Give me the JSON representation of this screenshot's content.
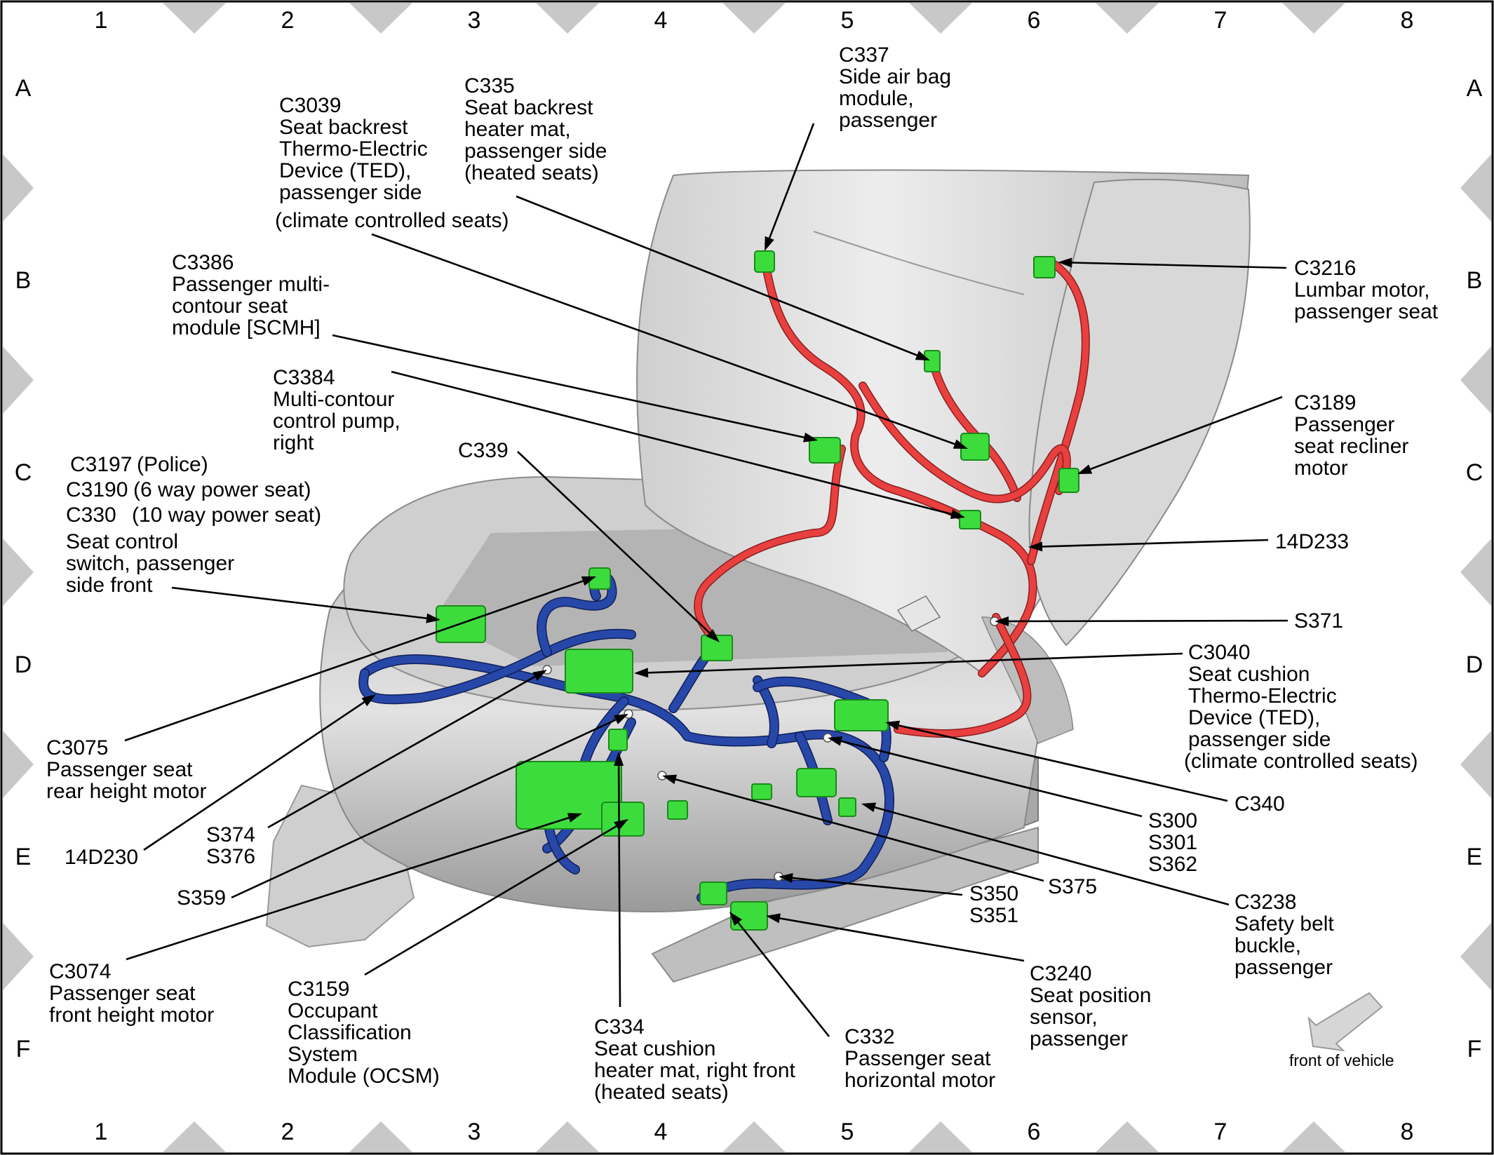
{
  "grid": {
    "columns": [
      "1",
      "2",
      "3",
      "4",
      "5",
      "6",
      "7",
      "8"
    ],
    "rows": [
      "A",
      "B",
      "C",
      "D",
      "E",
      "F"
    ]
  },
  "labels": {
    "c337": [
      "C337",
      "Side air bag",
      "module,",
      "passenger"
    ],
    "c335": [
      "C335",
      "Seat backrest",
      "heater mat,",
      "passenger side",
      "(heated seats)"
    ],
    "c3039": [
      "C3039",
      "Seat backrest",
      "Thermo-Electric",
      "Device (TED),",
      "passenger side",
      "(climate controlled seats)"
    ],
    "c3386": [
      "C3386",
      "Passenger multi-",
      "contour seat",
      "module [SCMH]"
    ],
    "c3384": [
      "C3384",
      "Multi-contour",
      "control pump,",
      "right"
    ],
    "c339": [
      "C339"
    ],
    "c3197": [
      "C3197",
      "(Police)"
    ],
    "c3190": [
      "C3190",
      "(6 way power seat)"
    ],
    "c330": [
      "C330",
      "(10 way power seat)"
    ],
    "seat_switch": [
      "Seat control",
      "switch, passenger",
      "side front"
    ],
    "c3216": [
      "C3216",
      "Lumbar motor,",
      "passenger seat"
    ],
    "c3189": [
      "C3189",
      "Passenger",
      "seat recliner",
      "motor"
    ],
    "14d233": [
      "14D233"
    ],
    "s371": [
      "S371"
    ],
    "c3040": [
      "C3040",
      "Seat cushion",
      "Thermo-Electric",
      "Device (TED),",
      "passenger side",
      "(climate controlled seats)"
    ],
    "c340": [
      "C340"
    ],
    "s300": [
      "S300",
      "S301",
      "S362"
    ],
    "c3238": [
      "C3238",
      "Safety belt",
      "buckle,",
      "passenger"
    ],
    "s375": [
      "S375"
    ],
    "s350": [
      "S350",
      "S351"
    ],
    "c3240": [
      "C3240",
      "Seat position",
      "sensor,",
      "passenger"
    ],
    "c332": [
      "C332",
      "Passenger seat",
      "horizontal motor"
    ],
    "c334": [
      "C334",
      "Seat cushion",
      "heater mat, right front",
      "(heated seats)"
    ],
    "c3159": [
      "C3159",
      "Occupant",
      "Classification",
      "System",
      "Module (OCSM)"
    ],
    "c3074": [
      "C3074",
      "Passenger seat",
      "front height motor"
    ],
    "s359": [
      "S359"
    ],
    "14d230": [
      "14D230"
    ],
    "s374": [
      "S374",
      "S376"
    ],
    "c3075": [
      "C3075",
      "Passenger seat",
      "rear height motor"
    ]
  },
  "front_of_vehicle": "front of vehicle",
  "colors": {
    "harness_upper": "#e8403f",
    "harness_lower": "#2748a8",
    "connector": "#3ddc3d",
    "seat": "#d2d2d2",
    "border_marker": "#c8c8c8"
  }
}
